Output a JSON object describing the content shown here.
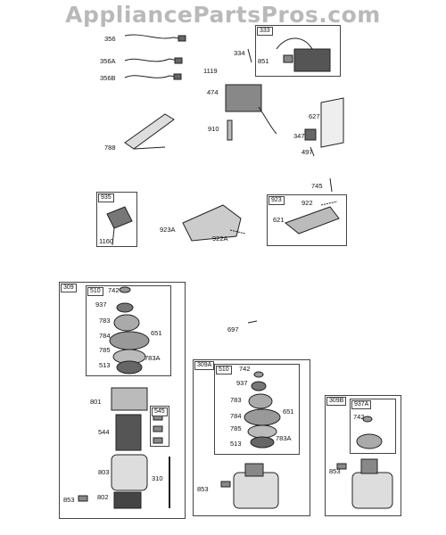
{
  "watermark": "AppliancePartsPros.com",
  "parts": {
    "p356": "356",
    "p356A": "356A",
    "p356B": "356B",
    "p788": "788",
    "p333": "333",
    "p334": "334",
    "p851": "851",
    "p1119": "1119",
    "p474": "474",
    "p910": "910",
    "p627": "627",
    "p347": "347",
    "p497": "497",
    "p745": "745",
    "p935": "935",
    "p1160": "1160",
    "p923A": "923A",
    "p922A": "922A",
    "p923": "923",
    "p922": "922",
    "p621": "621",
    "p309": "309",
    "p510a": "510",
    "p742a": "742",
    "p937a": "937",
    "p783a": "783",
    "p651a": "651",
    "p784a": "784",
    "p785a": "785",
    "p513a": "513",
    "p783Aa": "783A",
    "p801": "801",
    "p545": "545",
    "p544": "544",
    "p803": "803",
    "p310": "310",
    "p853a": "853",
    "p802": "802",
    "p697": "697",
    "p309A": "309A",
    "p510b": "510",
    "p742b": "742",
    "p937b": "937",
    "p783b": "783",
    "p651b": "651",
    "p784b": "784",
    "p785b": "785",
    "p513b": "513",
    "p783Ab": "783A",
    "p853b": "853",
    "p309B": "309B",
    "p937A": "937A",
    "p742c": "742",
    "p853c": "853"
  }
}
